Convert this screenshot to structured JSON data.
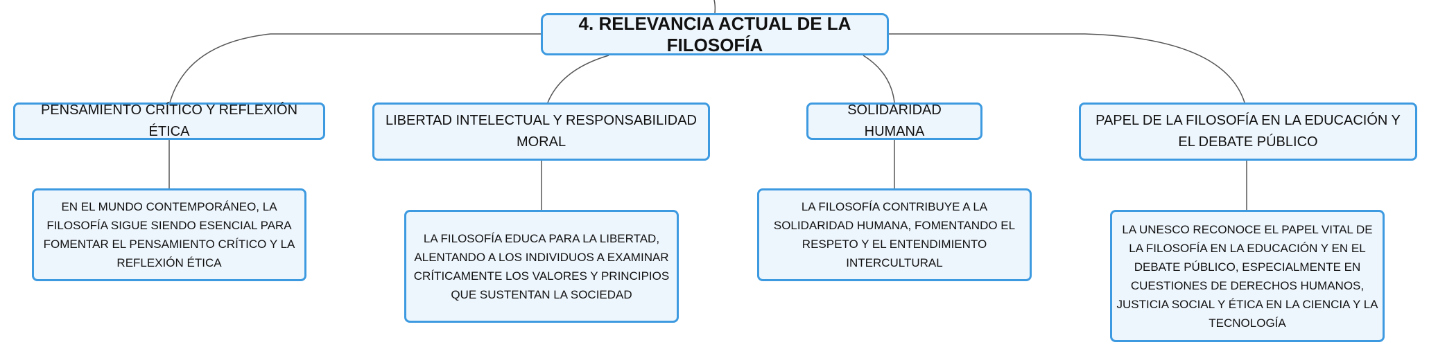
{
  "diagram": {
    "root": {
      "label": "4. RELEVANCIA ACTUAL DE LA FILOSOFÍA"
    },
    "branches": [
      {
        "label": "PENSAMIENTO CRÍTICO Y REFLEXIÓN ÉTICA",
        "detail": "EN EL MUNDO CONTEMPORÁNEO, LA FILOSOFÍA SIGUE SIENDO ESENCIAL PARA FOMENTAR EL PENSAMIENTO CRÍTICO Y LA REFLEXIÓN ÉTICA"
      },
      {
        "label": "LIBERTAD INTELECTUAL Y RESPONSABILIDAD MORAL",
        "detail": "LA FILOSOFÍA EDUCA PARA LA LIBERTAD, ALENTANDO A LOS INDIVIDUOS A EXAMINAR CRÍTICAMENTE LOS VALORES Y PRINCIPIOS QUE SUSTENTAN LA SOCIEDAD"
      },
      {
        "label": "SOLIDARIDAD HUMANA",
        "detail": "LA FILOSOFÍA CONTRIBUYE A LA SOLIDARIDAD HUMANA, FOMENTANDO EL RESPETO Y EL ENTENDIMIENTO INTERCULTURAL"
      },
      {
        "label": "PAPEL DE LA FILOSOFÍA EN LA EDUCACIÓN Y EL DEBATE PÚBLICO",
        "detail": "LA UNESCO RECONOCE EL PAPEL VITAL DE LA FILOSOFÍA EN LA EDUCACIÓN Y EN EL DEBATE PÚBLICO, ESPECIALMENTE EN CUESTIONES DE DERECHOS HUMANOS, JUSTICIA SOCIAL Y ÉTICA EN LA CIENCIA Y LA TECNOLOGÍA"
      }
    ],
    "colors": {
      "border": "#3d9ae0",
      "fill": "#eef6fd",
      "line": "#555555"
    }
  }
}
